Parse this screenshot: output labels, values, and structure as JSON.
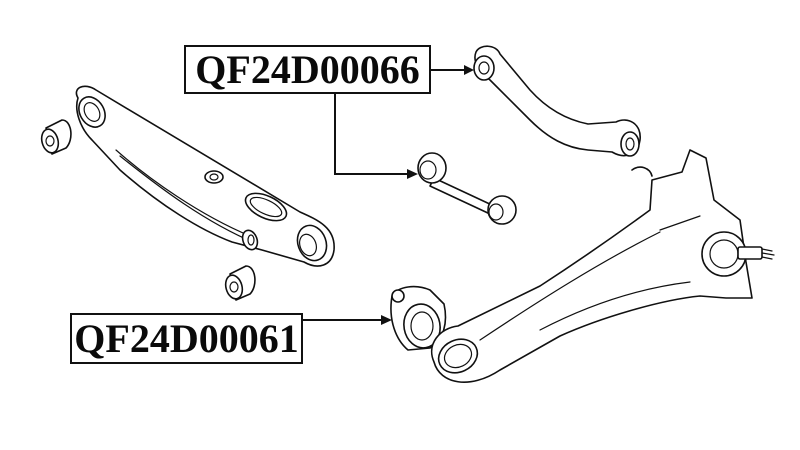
{
  "diagram": {
    "type": "exploded-parts-diagram",
    "subject": "rear suspension arms and bushings",
    "labels": [
      {
        "id": "top",
        "part_number": "QF24D00066",
        "points_to": [
          "upper control arm bushing",
          "lateral link bushing"
        ]
      },
      {
        "id": "bottom",
        "part_number": "QF24D00061",
        "points_to": [
          "trailing arm bushing"
        ]
      }
    ],
    "parts": [
      {
        "name": "lower control arm with two loose bushings"
      },
      {
        "name": "upper curved control arm"
      },
      {
        "name": "lateral link rod"
      },
      {
        "name": "trailing arm with hub and stub axle"
      },
      {
        "name": "trailing arm bushing"
      }
    ],
    "colors": {
      "line": "#111111",
      "background": "#ffffff"
    }
  }
}
